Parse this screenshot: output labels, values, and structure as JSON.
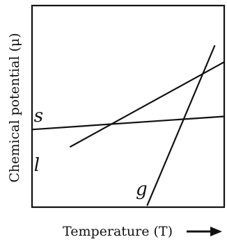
{
  "chart_data": {
    "type": "line",
    "title": "",
    "xlabel": "Temperature (T)",
    "ylabel": "Chemical potential (μ)",
    "x_arrow": "right-arrow-icon",
    "xlim": [
      0,
      100
    ],
    "ylim": [
      0,
      100
    ],
    "axis_ticks": "none",
    "grid": false,
    "series": [
      {
        "name": "s",
        "label_anchor": [
          1,
          42.5
        ],
        "x": [
          0,
          100
        ],
        "y": [
          38.5,
          45
        ]
      },
      {
        "name": "l",
        "label_anchor": [
          1,
          18
        ],
        "x": [
          20,
          100
        ],
        "y": [
          30,
          72
        ]
      },
      {
        "name": "g",
        "label_anchor": [
          54,
          6
        ],
        "x": [
          60,
          95
        ],
        "y": [
          1,
          80
        ]
      }
    ],
    "colors": {
      "line": "#111111",
      "frame": "#111111",
      "background": "#ffffff"
    }
  }
}
